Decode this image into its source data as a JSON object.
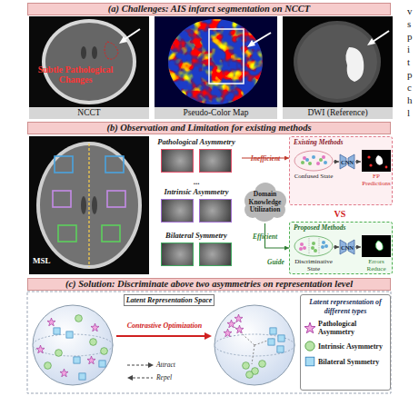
{
  "diagram": {
    "nodes": [
      {
        "text": [
          "(a) Challenges: AIS infarct segmentation on NCCT"
        ]
      },
      {
        "text": [
          "NCCT"
        ]
      },
      {
        "text": [
          "Pseudo-Color Map"
        ]
      },
      {
        "text": [
          "DWI (Reference)"
        ]
      },
      {
        "text": [
          "(b) Observation and Limitation for existing methods"
        ]
      },
      {
        "text": [
          "Pathological Asymmetry"
        ]
      },
      {
        "text": [
          "Intrinsic Asymmetry"
        ]
      },
      {
        "text": [
          "Bilateral Symmetry"
        ]
      },
      {
        "text": [
          "Domain Knowledge Utilization"
        ]
      },
      {
        "text": [
          "Existing Methods"
        ]
      },
      {
        "text": [
          "Confused State"
        ],
        "in": 9
      },
      {
        "text": [
          "CNN"
        ],
        "in": 9
      },
      {
        "text": [
          "FP Predictions"
        ],
        "in": 9
      },
      {
        "text": [
          "VS"
        ]
      },
      {
        "text": [
          "Proposed Methods"
        ]
      },
      {
        "text": [
          "Discriminative State"
        ],
        "in": 14
      },
      {
        "text": [
          "CNN"
        ],
        "in": 14
      },
      {
        "text": [
          "Errors Reduce"
        ],
        "in": 14
      },
      {
        "text": [
          "(c) Solution: Discriminate above two asymmetries on representation level"
        ]
      },
      {
        "text": [
          "Latent Representation Space"
        ]
      }
    ],
    "edges": [
      {
        "from": 5,
        "to": 9,
        "label": "Inefficient",
        "arrow": "to"
      },
      {
        "from": 8,
        "to": 14,
        "label": "Efficient",
        "arrow": "to"
      },
      {
        "from": 10,
        "to": 11,
        "arrow": "to"
      },
      {
        "from": 11,
        "to": 12,
        "arrow": "to"
      },
      {
        "from": 15,
        "to": 16,
        "arrow": "to"
      },
      {
        "from": 16,
        "to": 17,
        "arrow": "to"
      }
    ],
    "labels": [
      "Subtle Pathological Changes",
      "MSL",
      "...",
      "Guide",
      "Contrastive Optimization",
      "Attract",
      "Repel",
      "Latent representation of different types",
      "v",
      "s",
      "p",
      "i",
      "t",
      "p",
      "c",
      "h",
      "l"
    ],
    "legend": [
      {
        "text": "Pathological Asymmetry"
      },
      {
        "text": "Intrinsic Asymmetry"
      },
      {
        "text": "Bilateral Symmetry"
      }
    ]
  }
}
